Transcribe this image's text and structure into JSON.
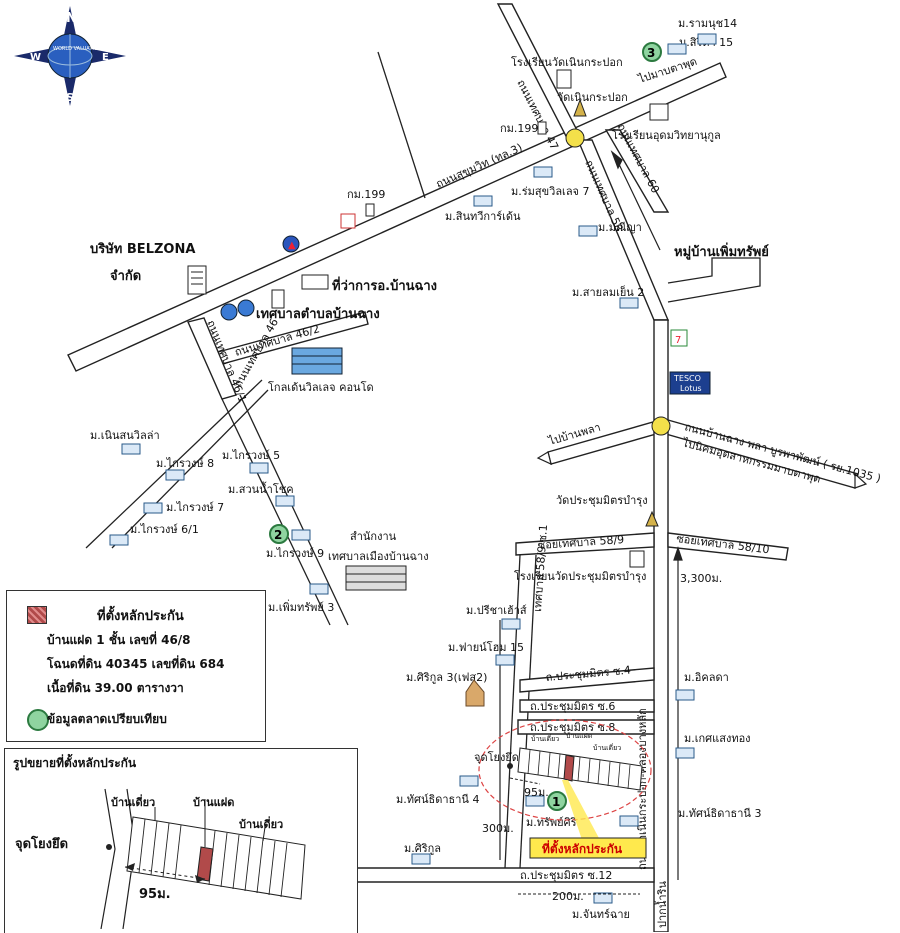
{
  "compass": {
    "n": "N",
    "s": "S",
    "e": "E",
    "w": "W",
    "center": "WORLD VALUATION"
  },
  "roads": {
    "sukhumvit": "ถนนสุขุมวิท (ทล.3)",
    "ban_chang_phla": "ถนนบ้านฉาง พลา บูรพาพัฒน์ ( รย.1035 )",
    "to_phla": "ไปบ้านพลา",
    "to_map_ta_phut": "ไปมาบตาพุด",
    "to_industrial": "ไปนิคมอุตสาหกรรมมาบตาพุด",
    "tessaban_47": "ถนนเทศบาล 47",
    "tessaban_60": "ถนนเทศบาล 60",
    "tessaban_58": "ถนนเทศบาล 58",
    "tessaban_46_2": "ถนนเทศบาล 46/2",
    "tessaban_46_1": "ถนนเทศบาล 46/1",
    "tessaban_46": "ถนนเทศบาล 46",
    "soi_58_9": "ซอยเทศบาล 58/9",
    "soi_58_10": "ซอยเทศบาล 58/10",
    "tessaban_58_9_1": "เทศบาล 58/9 ซ.1",
    "wat_noen_krabok": "ถนนวัดเนินกระปอก-คลองบางหลัก",
    "prachum_4": "ถ.ประชุมมิตร ซ.4",
    "prachum_6": "ถ.ประชุมมิตร ซ.6",
    "prachum_8": "ถ.ประชุมมิตร ซ.8",
    "prachum_12": "ถ.ประชุมมิตร ซ.12",
    "pak_nam_rin": "ปากน้ำริน"
  },
  "places": {
    "belzona": "บริษัท BELZONA",
    "belzona2": "จำกัด",
    "amphoe": "ที่ว่าการอ.บ้านฉาง",
    "tessaban_tambon": "เทศบาลตำบลบ้านฉาง",
    "golden_village": "โกลเด้นวิลเลจ คอนโด",
    "saming": "สำนักงาน",
    "saming2": "เทศบาลเมืองบ้านฉาง",
    "school_noen": "โรงเรียนวัดเนินกระปอก",
    "wat_noen": "วัดเนินกระปอก",
    "school_udom": "โรงเรียนอุดมวิทยานุกูล",
    "km199a": "กม.199",
    "km199b": "กม.199",
    "wat_prachum": "วัดประชุมมิตรบำรุง",
    "school_prachum": "โรงเรียนวัดประชุมมิตรบำรุง",
    "village_poem": "หมู่บ้านเพิ่มทรัพย์",
    "tesco": "TESCO",
    "lotus": "Lotus"
  },
  "villages": [
    "ม.รามนุช14",
    "ม.สิริดา 15",
    "ม.ร่มสุขวิลเลจ 7",
    "ม.สินทวีการ์เด้น",
    "ม.มณีญา",
    "ม.สายลมเย็น 2",
    "ม.เนินสนวิลล่า",
    "ม.ไกรวงษ์ 8",
    "ม.ไกรวงษ์ 5",
    "ม.สวนน้ำโชค",
    "ม.ไกรวงษ์ 7",
    "ม.ไกรวงษ์ 6/1",
    "ม.ไกรวงษ์ 9",
    "ม.เพิ่มทรัพย์ 3",
    "ม.ปรีชาเฮ้าส์",
    "ม.ฟายน์โฮม 15",
    "ม.ศิริกูล 3(เฟส2)",
    "ม.อิคลดา",
    "ม.เกศแสงทอง",
    "ม.ทัศน์ธิดาธานี 4",
    "ม.ทรัพย์ศิริ",
    "ม.ทัศน์ธิดาธานี 3",
    "ม.ศิริกูล",
    "ม.จันทร์ฉาย"
  ],
  "markers": {
    "m1": "1",
    "m2": "2",
    "m3": "3"
  },
  "distances": {
    "d3300": "3,300ม.",
    "d95": "95ม.",
    "d300": "300ม.",
    "d200": "200ม."
  },
  "subject": {
    "label": "ที่ตั้งหลักประกัน",
    "junction": "จุดโยงยึด",
    "house_single": "บ้านเดี่ยว",
    "house_twin": "บ้านแฝด"
  },
  "legend": {
    "title": "ที่ตั้งหลักประกัน",
    "line1": "บ้านแฝด 1 ชั้น เลขที่ 46/8",
    "line2": "โฉนดที่ดิน 40345 เลขที่ดิน 684",
    "line3": "เนื้อที่ดิน 39.00 ตารางวา",
    "comparable": "ข้อมูลตลาดเปรียบเทียบ"
  },
  "inset": {
    "title": "รูปขยายที่ตั้งหลักประกัน",
    "junction": "จุดโยงยึด",
    "house_single_a": "บ้านเดี่ยว",
    "house_twin": "บ้านแฝด",
    "house_single_b": "บ้านเดี่ยว",
    "distance": "95ม."
  },
  "colors": {
    "subject": "#b14a4a",
    "comparable": "#8fd4a0",
    "highlight": "#ffe94d",
    "signal": "#f3e04a"
  }
}
